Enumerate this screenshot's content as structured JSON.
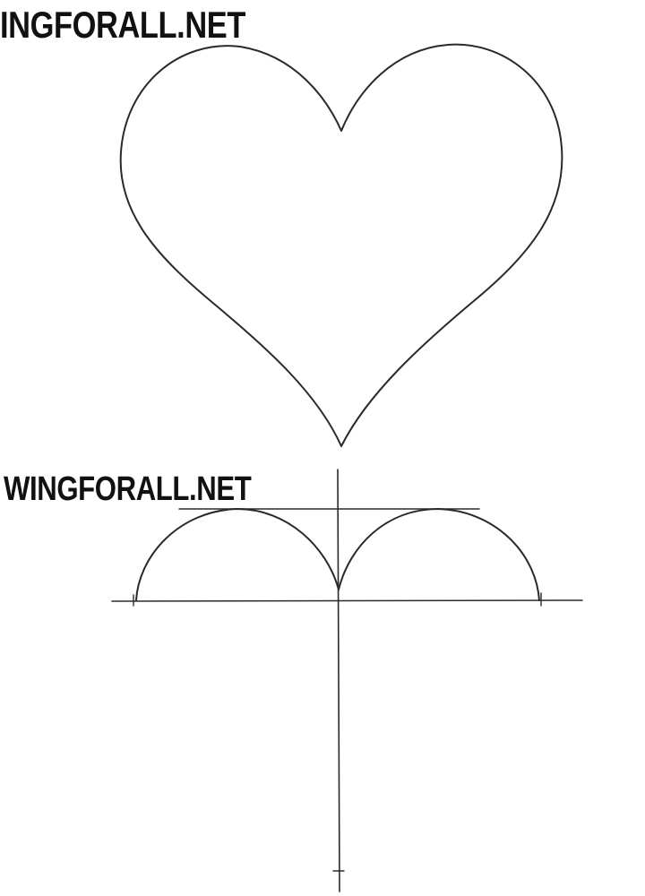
{
  "watermarks": {
    "top": "INGFORALL.NET",
    "bottom": "WINGFORALL.NET"
  },
  "colors": {
    "background": "#ffffff",
    "line": "#2a2a2a",
    "text": "#111111"
  },
  "steps": [
    {
      "id": "finished-heart",
      "description": "Completed heart outline"
    },
    {
      "id": "construction",
      "description": "Two arcs on a baseline with a vertical center axis and a top guideline"
    }
  ]
}
